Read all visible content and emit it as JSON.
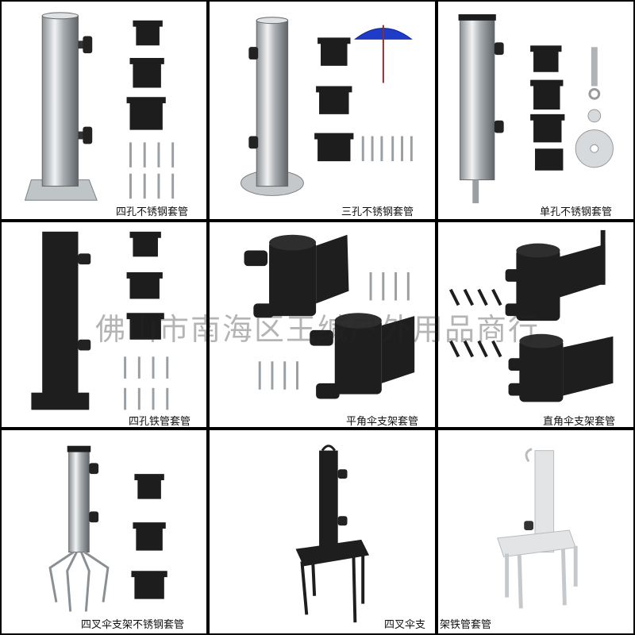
{
  "watermark": "佛山市南海区王缄户外用品商行",
  "products": [
    {
      "caption": "四孔不锈钢套管"
    },
    {
      "caption": "三孔不锈钢套管"
    },
    {
      "caption": "单孔不锈钢套管"
    },
    {
      "caption": "四孔铁管套管"
    },
    {
      "caption": "平角伞支架套管"
    },
    {
      "caption": "直角伞支架套管"
    },
    {
      "caption": "四叉伞支架不锈钢套管"
    },
    {
      "caption": "四叉伞支"
    },
    {
      "caption": "架铁管套管"
    }
  ],
  "colors": {
    "steel": "#c9cdd0",
    "black_metal": "#1e1e1e",
    "umbrella": "#1f3cc8",
    "frame": "#000000"
  }
}
